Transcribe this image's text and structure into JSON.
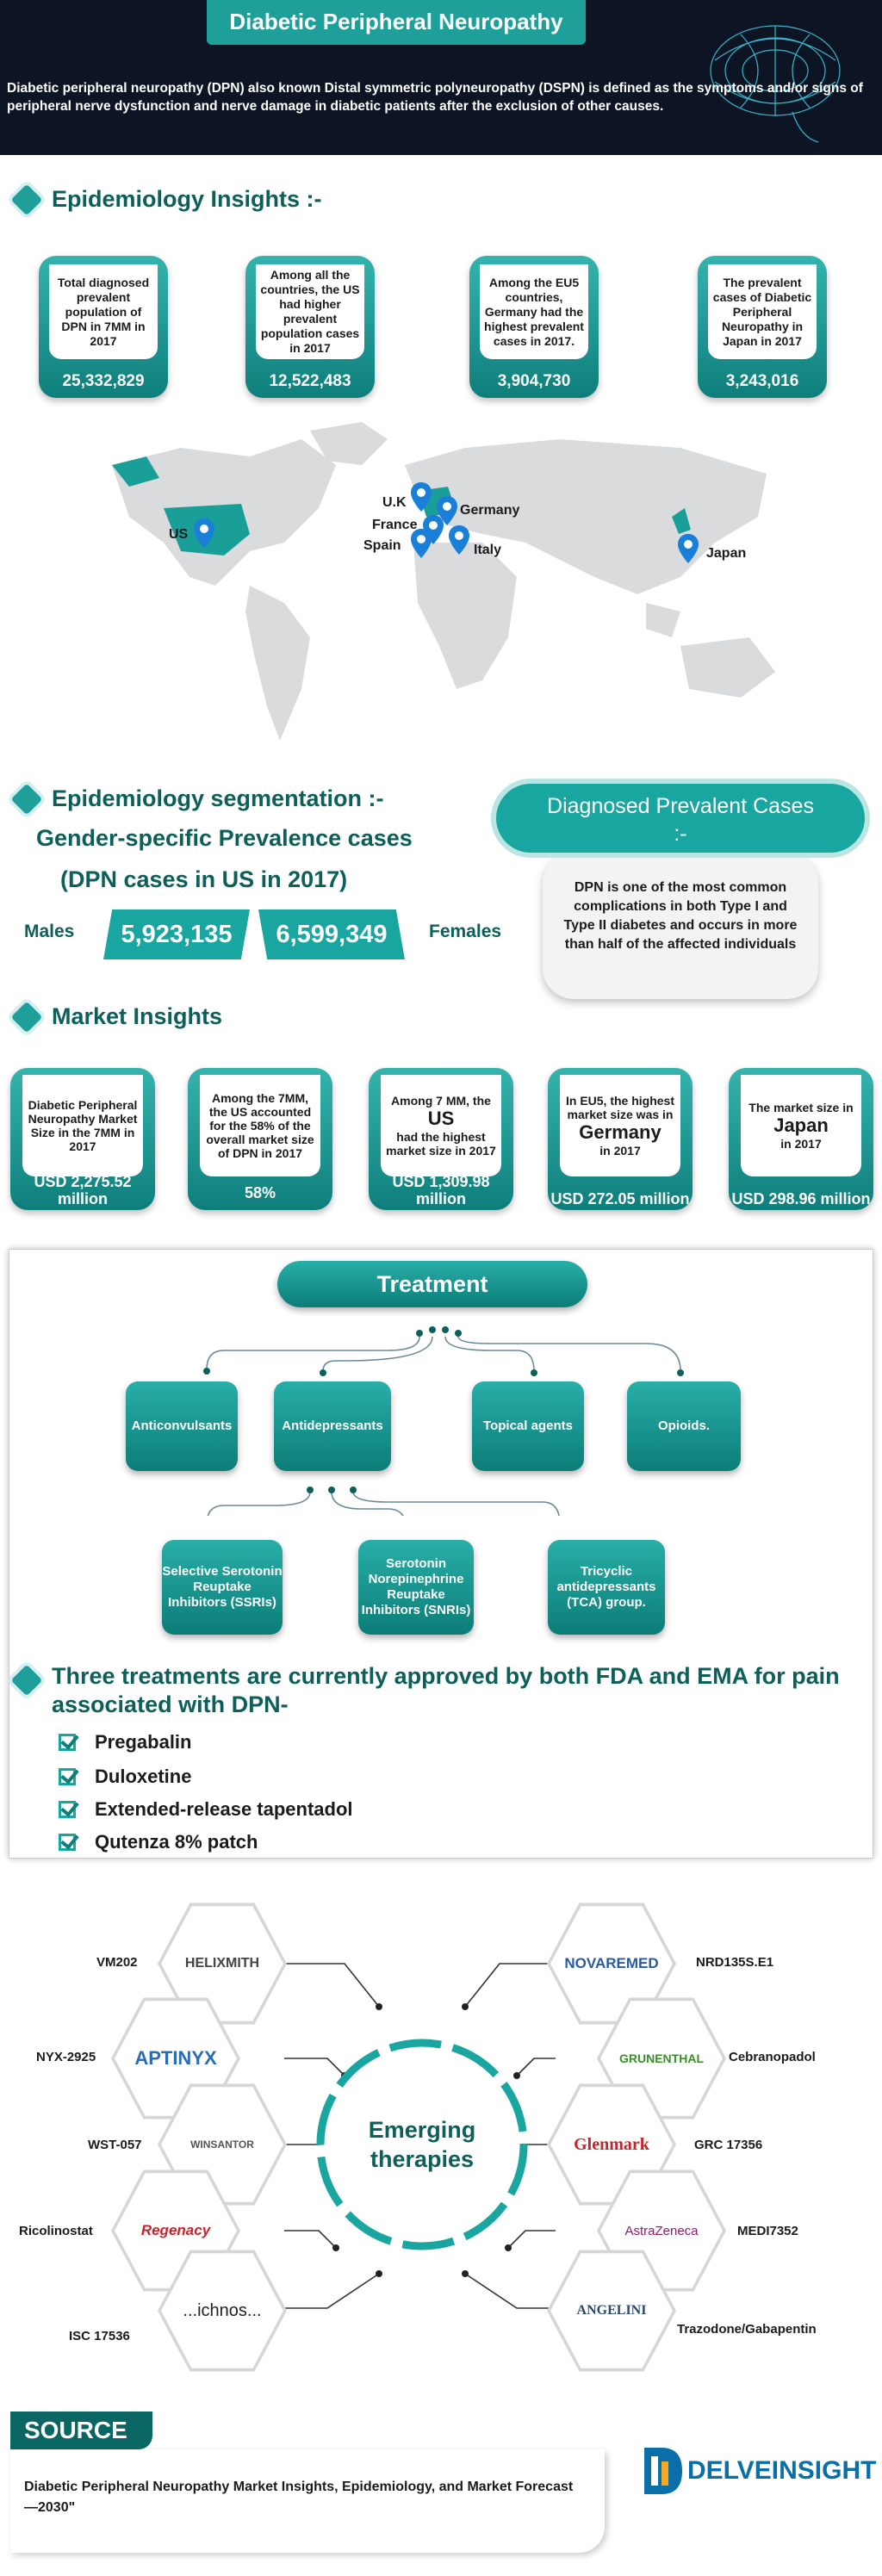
{
  "header": {
    "title": "Diabetic Peripheral Neuropathy",
    "description": "Diabetic peripheral neuropathy (DPN) also known Distal symmetric polyneuropathy (DSPN) is defined as the symptoms and/or signs of peripheral nerve dysfunction and nerve damage in diabetic patients after the exclusion of other causes."
  },
  "epidemiology": {
    "heading": "Epidemiology Insights :-",
    "cards": [
      {
        "text": "Total diagnosed prevalent population of DPN in 7MM in 2017",
        "value": "25,332,829"
      },
      {
        "text": "Among all the countries, the US had higher prevalent population cases in 2017",
        "value": "12,522,483"
      },
      {
        "text": "Among the EU5 countries, Germany had the highest prevalent cases in 2017.",
        "value": "3,904,730"
      },
      {
        "text": "The prevalent cases of Diabetic Peripheral Neuropathy in Japan in 2017",
        "value": "3,243,016"
      }
    ],
    "map_labels": [
      "US",
      "U.K",
      "Germany",
      "France",
      "Spain",
      "Italy",
      "Japan"
    ]
  },
  "segmentation": {
    "heading": "Epidemiology segmentation :-",
    "subtitle_1": "Gender-specific Prevalence cases",
    "subtitle_2": "(DPN cases in US in 2017)",
    "males_label": "Males",
    "males_value": "5,923,135",
    "females_value": "6,599,349",
    "females_label": "Females",
    "callout_title": "Diagnosed Prevalent Cases :-",
    "callout_text": "DPN is one of the most common complications in both Type I and Type II diabetes and occurs in more than half of the affected individuals"
  },
  "market": {
    "heading": "Market Insights",
    "cards": [
      {
        "text": "Diabetic Peripheral Neuropathy Market Size in the 7MM in 2017",
        "value": "USD 2,275.52 million"
      },
      {
        "text": "Among the 7MM, the US accounted for the 58% of the overall market size of DPN in 2017",
        "value": "58%"
      },
      {
        "pre": "Among 7 MM, the",
        "big": "US",
        "post": "had the highest market size in 2017",
        "value": "USD 1,309.98 million"
      },
      {
        "pre": "In EU5, the highest market size was in",
        "big": "Germany",
        "post": "in 2017",
        "value": "USD 272.05 million"
      },
      {
        "pre": "The market size in",
        "big": "Japan",
        "post": "in 2017",
        "value": "USD 298.96 million"
      }
    ]
  },
  "treatment": {
    "title": "Treatment",
    "level1": [
      "Anticonvulsants",
      "Antidepressants",
      "Topical agents",
      "Opioids."
    ],
    "level2": [
      "Selective Serotonin Reuptake Inhibitors (SSRIs)",
      "Serotonin Norepinephrine Reuptake Inhibitors (SNRIs)",
      "Tricyclic antidepressants (TCA) group."
    ],
    "approved_heading": "Three treatments are currently approved by both FDA and EMA for pain associated with DPN-",
    "approved": [
      "Pregabalin",
      "Duloxetine",
      "Extended-release tapentadol",
      "Qutenza 8% patch"
    ]
  },
  "emerging": {
    "center_1": "Emerging",
    "center_2": "therapies",
    "left": [
      {
        "drug": "VM202",
        "company": "HELIXMITH"
      },
      {
        "drug": "NYX-2925",
        "company": "APTINYX"
      },
      {
        "drug": "WST-057",
        "company": "WINSANTOR"
      },
      {
        "drug": "Ricolinostat",
        "company": "Regenacy"
      },
      {
        "drug": "ISC 17536",
        "company": "...ichnos..."
      }
    ],
    "right": [
      {
        "drug": "NRD135S.E1",
        "company": "NOVAREMED"
      },
      {
        "drug": "Cebranopadol",
        "company": "GRUNENTHAL"
      },
      {
        "drug": "GRC 17356",
        "company": "Glenmark"
      },
      {
        "drug": "MEDI7352",
        "company": "AstraZeneca"
      },
      {
        "drug": "Trazodone/Gabapentin",
        "company": "ANGELINI"
      }
    ]
  },
  "source": {
    "tag": "SOURCE",
    "text": "Diabetic Peripheral Neuropathy Market Insights, Epidemiology, and Market Forecast—2030\"",
    "brand": "DELVEINSIGHT"
  },
  "colors": {
    "teal": "#1f9f9a",
    "dark_teal": "#0d5f59",
    "header_bg": "#0d1524",
    "map_grey": "#d9dbdc"
  }
}
